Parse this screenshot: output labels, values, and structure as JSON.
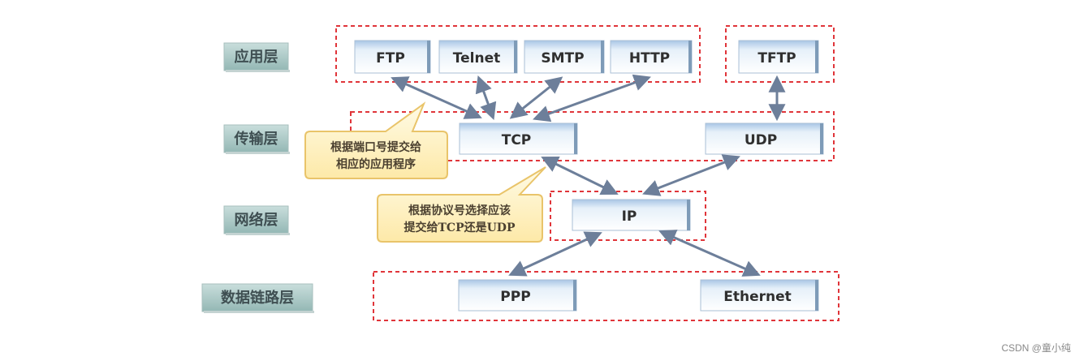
{
  "layers": {
    "application": "应用层",
    "transport": "传输层",
    "network": "网络层",
    "datalink": "数据链路层"
  },
  "protocols": {
    "ftp": "FTP",
    "telnet": "Telnet",
    "smtp": "SMTP",
    "http": "HTTP",
    "tftp": "TFTP",
    "tcp": "TCP",
    "udp": "UDP",
    "ip": "IP",
    "ppp": "PPP",
    "ethernet": "Ethernet"
  },
  "callouts": {
    "port": {
      "line1": "根据端口号提交给",
      "line2": "相应的应用程序"
    },
    "protocol": {
      "line1": "根据协议号选择应该",
      "line2": "提交给TCP还是UDP"
    }
  },
  "watermark": "CSDN @童小纯",
  "colors": {
    "dashed_border": "#e0353a",
    "arrow": "#6d7f9a",
    "layer_label_bg": "#a9c9c7",
    "protocol_box_top": "#bcd3ea",
    "callout_fill": "#fff4c8",
    "callout_border": "#e9c46a"
  }
}
